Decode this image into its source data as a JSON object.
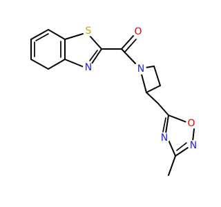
{
  "atoms": [
    {
      "id": "S1",
      "label": "S",
      "color": "#c9a400"
    },
    {
      "id": "N1",
      "label": "N",
      "color": "#1f1fe0"
    },
    {
      "id": "O1",
      "label": "O",
      "color": "#e00000"
    },
    {
      "id": "N2",
      "label": "N",
      "color": "#1f1fe0"
    },
    {
      "id": "O2",
      "label": "O",
      "color": "#e00000"
    },
    {
      "id": "N3",
      "label": "N",
      "color": "#1f1fe0"
    },
    {
      "id": "N4",
      "label": "N",
      "color": "#1f1fe0"
    }
  ]
}
